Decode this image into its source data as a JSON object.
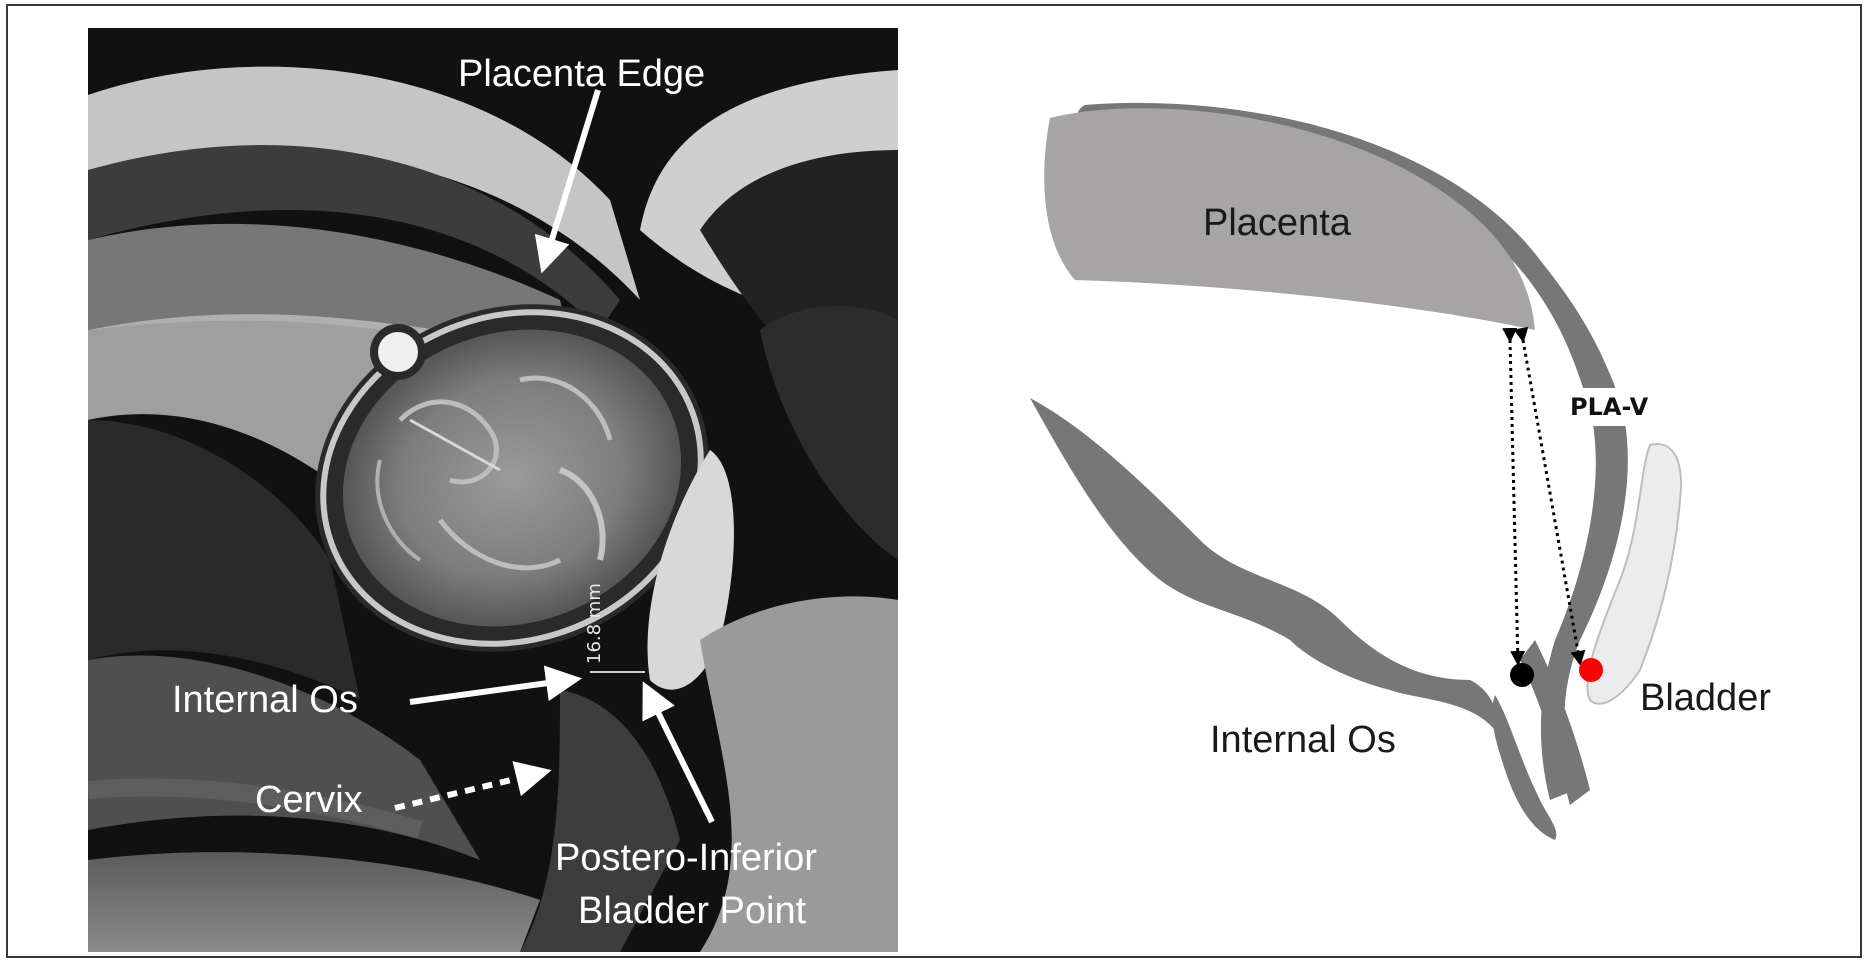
{
  "mri": {
    "labels": {
      "placenta_edge": "Placenta Edge",
      "internal_os": "Internal Os",
      "cervix": "Cervix",
      "bladder_point_line1": "Postero-Inferior",
      "bladder_point_line2": "Bladder Point"
    },
    "measurement": "16.8 mm"
  },
  "diagram": {
    "labels": {
      "placenta": "Placenta",
      "pla_v": "PLA-V",
      "internal_os": "Internal Os",
      "bladder": "Bladder"
    },
    "colors": {
      "tissue": "#777777",
      "placenta": "#a6a4a4",
      "bladder": "#ececec",
      "internal_os_marker": "#000000",
      "bladder_point_marker": "#ff0000"
    }
  }
}
